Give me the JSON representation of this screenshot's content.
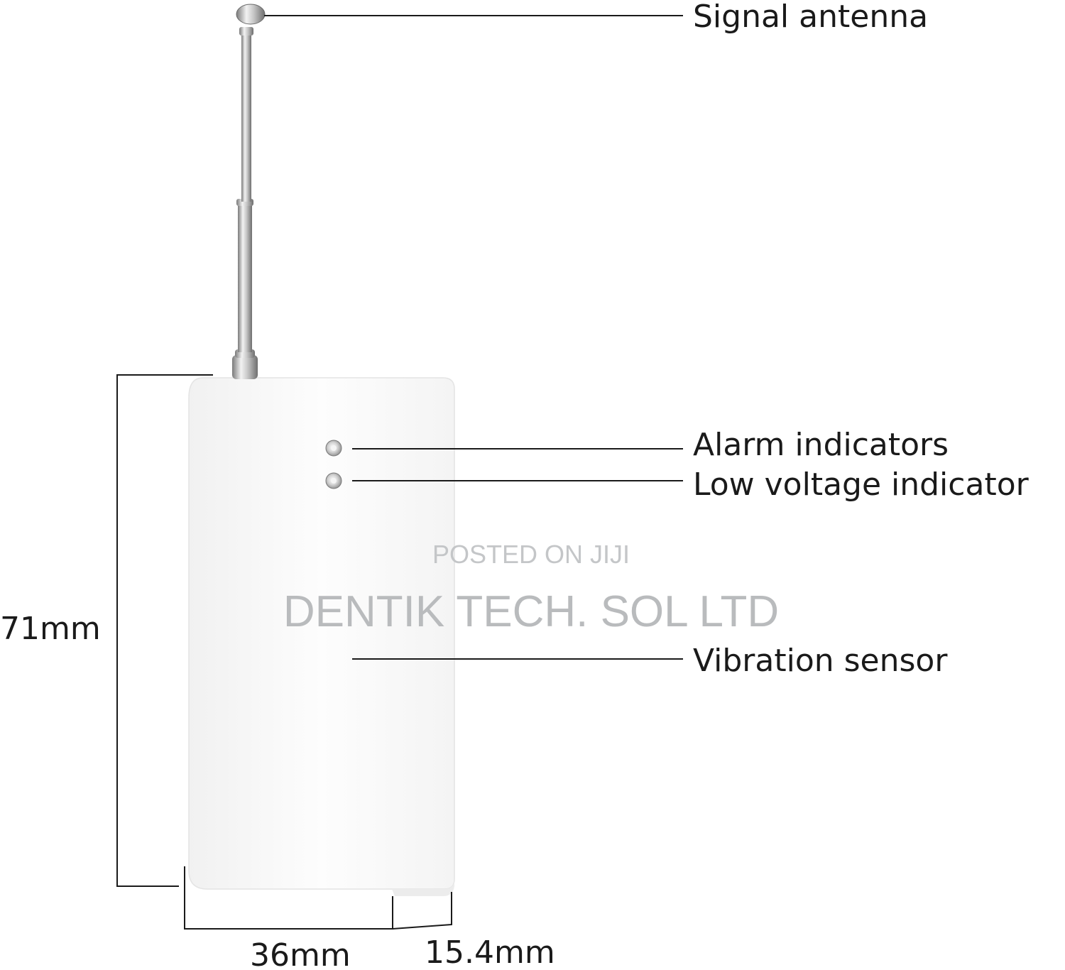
{
  "callouts": {
    "signal_antenna": "Signal antenna",
    "alarm_indicators": "Alarm indicators",
    "low_voltage_indicator": "Low voltage indicator",
    "vibration_sensor": "Vibration sensor"
  },
  "dimensions": {
    "height": "71mm",
    "width": "36mm",
    "depth": "15.4mm"
  },
  "watermark": {
    "line1": "POSTED ON JIJI",
    "line2": "DENTIK TECH. SOL LTD"
  },
  "colors": {
    "device_body": "#fbfbfb",
    "antenna_metal": "#b8b8b8",
    "line": "#1a1a1a",
    "watermark": "#bcbec0"
  }
}
